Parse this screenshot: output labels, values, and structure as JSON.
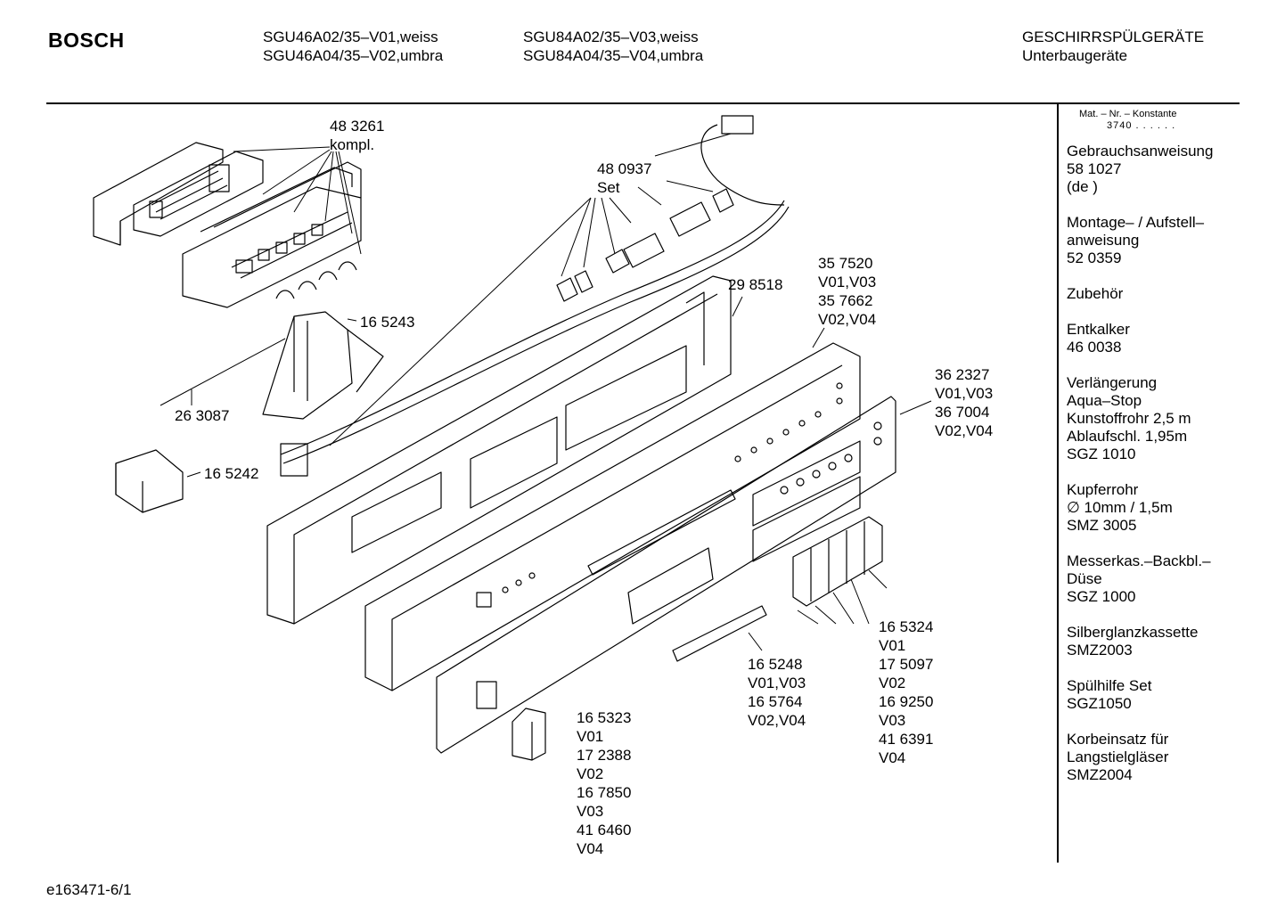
{
  "header": {
    "brand": "BOSCH",
    "models_col1": [
      "SGU46A02/35–V01,weiss",
      "SGU46A04/35–V02,umbra"
    ],
    "models_col2": [
      "SGU84A02/35–V03,weiss",
      "SGU84A04/35–V04,umbra"
    ],
    "category": [
      "GESCHIRRSPÜLGERÄTE",
      "Unterbaugeräte"
    ]
  },
  "sidebar": {
    "mat_header": "Mat. – Nr. – Konstante",
    "mat_number": "3740 . . . . . .",
    "items": [
      [
        "Gebrauchsanweisung",
        "58 1027",
        "(de )"
      ],
      [
        "Montage– / Aufstell–",
        "anweisung",
        "52 0359"
      ],
      [
        "Zubehör"
      ],
      [
        "Entkalker",
        "46 0038"
      ],
      [
        "Verlängerung",
        "Aqua–Stop",
        "Kunstoffrohr 2,5 m",
        "Ablaufschl. 1,95m",
        "SGZ 1010"
      ],
      [
        "Kupferrohr",
        "∅ 10mm / 1,5m",
        "SMZ 3005"
      ],
      [
        "Messerkas.–Backbl.–",
        "Düse",
        "SGZ 1000"
      ],
      [
        "Silberglanzkassette",
        "SMZ2003"
      ],
      [
        "Spülhilfe Set",
        "SGZ1050"
      ],
      [
        "Korbeinsatz für",
        "Langstielgläser",
        "SMZ2004"
      ]
    ]
  },
  "part_labels": {
    "p483261": [
      "48 3261",
      "kompl."
    ],
    "p480937": [
      "48 0937",
      "Set"
    ],
    "p298518": [
      "29 8518"
    ],
    "p357520": [
      "35 7520",
      "V01,V03",
      "35 7662",
      "V02,V04"
    ],
    "p165243": [
      "16 5243"
    ],
    "p263087": [
      "26 3087"
    ],
    "p362327": [
      "36 2327",
      "V01,V03",
      "36 7004",
      "V02,V04"
    ],
    "p165242": [
      "16 5242"
    ],
    "p165324": [
      "16 5324",
      "V01",
      "17 5097",
      "V02",
      "16 9250",
      "V03",
      "41 6391",
      "V04"
    ],
    "p165248": [
      "16 5248",
      "V01,V03",
      "16 5764",
      "V02,V04"
    ],
    "p165323": [
      "16 5323",
      "V01",
      "17 2388",
      "V02",
      "16 7850",
      "V03",
      "41 6460",
      "V04"
    ]
  },
  "footer": {
    "code": "e163471-6/1"
  }
}
